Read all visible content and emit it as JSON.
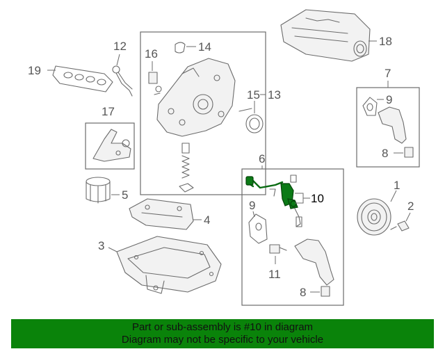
{
  "diagram": {
    "callouts": {
      "c1": "1",
      "c2": "2",
      "c3": "3",
      "c4": "4",
      "c5": "5",
      "c6": "6",
      "c7": "7",
      "c8a": "8",
      "c8b": "8",
      "c9a": "9",
      "c9b": "9",
      "c10": "10",
      "c11": "11",
      "c12": "12",
      "c13": "13",
      "c14": "14",
      "c15": "15",
      "c16": "16",
      "c17": "17",
      "c18": "18",
      "c19": "19"
    },
    "highlight_color": "#0b7a16"
  },
  "banner": {
    "line1": "Part or sub-assembly is #10 in diagram",
    "line2": "Diagram may not be specific to your vehicle",
    "background": "#0a830a"
  }
}
